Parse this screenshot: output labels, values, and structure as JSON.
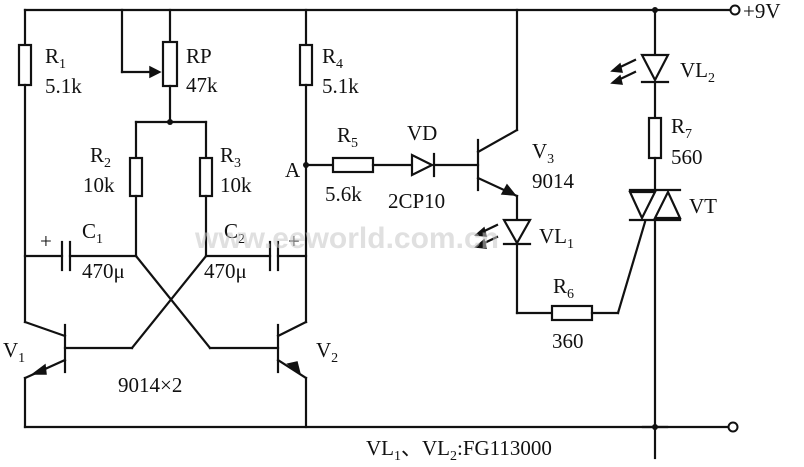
{
  "supply": "+9V",
  "node_a": "A",
  "components": {
    "r1": {
      "ref": "R",
      "sub": "1",
      "value": "5.1k"
    },
    "rp": {
      "ref": "RP",
      "value": "47k"
    },
    "r4": {
      "ref": "R",
      "sub": "4",
      "value": "5.1k"
    },
    "r2": {
      "ref": "R",
      "sub": "2",
      "value": "10k"
    },
    "r3": {
      "ref": "R",
      "sub": "3",
      "value": "10k"
    },
    "c1": {
      "ref": "C",
      "sub": "1",
      "value": "470μ"
    },
    "c2": {
      "ref": "C",
      "sub": "2",
      "value": "470μ"
    },
    "r5": {
      "ref": "R",
      "sub": "5",
      "value": "5.6k"
    },
    "vd": {
      "ref": "VD",
      "value": "2CP10"
    },
    "v3": {
      "ref": "V",
      "sub": "3",
      "value": "9014"
    },
    "vl1": {
      "ref": "VL",
      "sub": "1"
    },
    "vl2": {
      "ref": "VL",
      "sub": "2"
    },
    "r6": {
      "ref": "R",
      "sub": "6",
      "value": "360"
    },
    "r7": {
      "ref": "R",
      "sub": "7",
      "value": "560"
    },
    "vt": {
      "ref": "VT"
    },
    "v1": {
      "ref": "V",
      "sub": "1"
    },
    "v2": {
      "ref": "V",
      "sub": "2"
    }
  },
  "transistor_note": "9014×2",
  "plus_sign": "+",
  "led_note": {
    "a": "VL",
    "a_sub": "1",
    "sep": "、",
    "b": "VL",
    "b_sub": "2",
    "part": ":FG113000"
  },
  "watermark": "www.eeworld.com.cn"
}
